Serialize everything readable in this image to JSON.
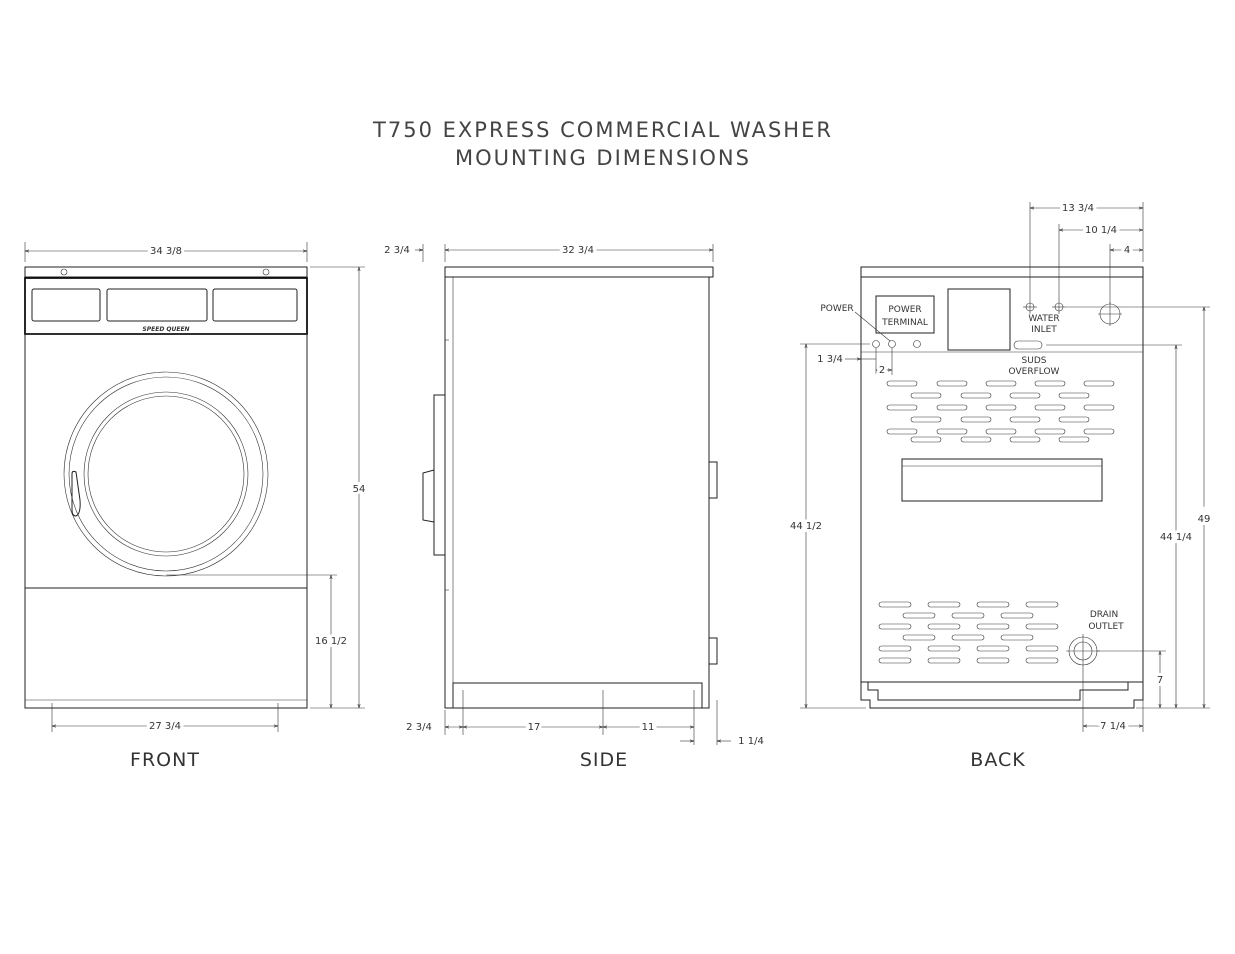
{
  "title": {
    "line1": "T750 EXPRESS COMMERCIAL WASHER",
    "line2": "MOUNTING DIMENSIONS"
  },
  "views": {
    "front": "FRONT",
    "side": "SIDE",
    "back": "BACK"
  },
  "front": {
    "brand": "SPEED QUEEN",
    "dims": {
      "width": "34 3/8",
      "height": "54",
      "door_height": "16 1/2",
      "base_width": "27 3/4"
    }
  },
  "side": {
    "dims": {
      "top_offset": "2 3/4",
      "depth": "32 3/4",
      "bottom_offset": "2 3/4",
      "foot_span": "17",
      "rear_span": "11",
      "rear_overhang": "1 1/4"
    }
  },
  "back": {
    "labels": {
      "power": "POWER",
      "power_terminal_1": "POWER",
      "power_terminal_2": "TERMINAL",
      "water_inlet_1": "WATER",
      "water_inlet_2": "INLET",
      "suds_1": "SUDS",
      "suds_2": "OVERFLOW",
      "drain_1": "DRAIN",
      "drain_2": "OUTLET"
    },
    "dims": {
      "inlet_13": "13 3/4",
      "inlet_10": "10 1/4",
      "inlet_4": "4",
      "power_1": "1 3/4",
      "power_2": "2",
      "overflow_height": "44 1/2",
      "inlet_height_a": "44 1/4",
      "inlet_height_b": "49",
      "drain_height": "7",
      "drain_offset": "7 1/4"
    }
  }
}
